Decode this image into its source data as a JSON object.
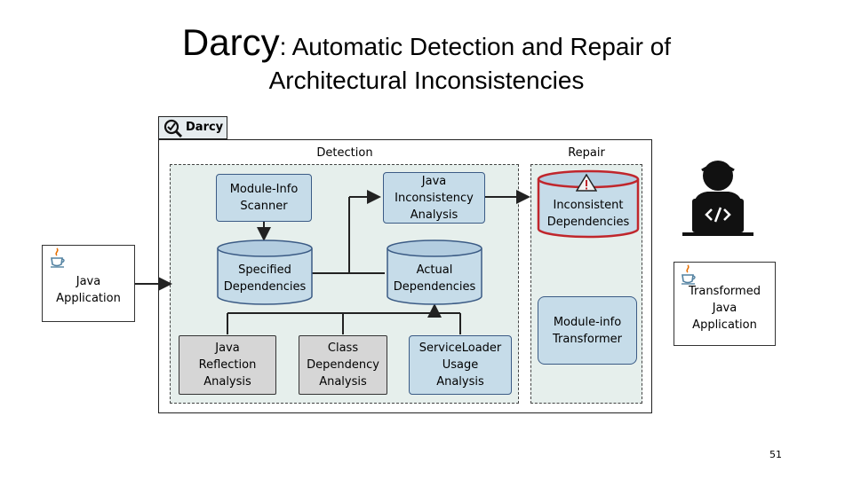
{
  "title": {
    "brand": "Darcy",
    "line1_rest": ": Automatic Detection and Repair of",
    "line2": "Architectural Inconsistencies"
  },
  "tab_label": "Darcy",
  "sections": {
    "detection": "Detection",
    "repair": "Repair"
  },
  "nodes": {
    "module_info_scanner": [
      "Module-Info",
      "Scanner"
    ],
    "java_inconsistency": [
      "Java",
      "Inconsistency",
      "Analysis"
    ],
    "specified_deps": [
      "Specified",
      "Dependencies"
    ],
    "actual_deps": [
      "Actual",
      "Dependencies"
    ],
    "java_reflection": [
      "Java",
      "Reflection",
      "Analysis"
    ],
    "class_dependency": [
      "Class",
      "Dependency",
      "Analysis"
    ],
    "serviceloader": [
      "ServiceLoader",
      "Usage",
      "Analysis"
    ],
    "inconsistent_deps": [
      "Inconsistent",
      "Dependencies"
    ],
    "module_info_transformer": [
      "Module-info",
      "Transformer"
    ],
    "java_application": [
      "Java",
      "Application"
    ],
    "transformed_app": [
      "Transformed",
      "Java",
      "Application"
    ]
  },
  "icons": [
    "magnifier-check-icon",
    "java-icon",
    "warning-icon",
    "developer-icon",
    "code-icon"
  ],
  "colors": {
    "blue_box": "#c6dce9",
    "grey_box": "#d6d6d6",
    "region": "#e6efec",
    "alert": "#c0262c"
  },
  "page_number": "51"
}
